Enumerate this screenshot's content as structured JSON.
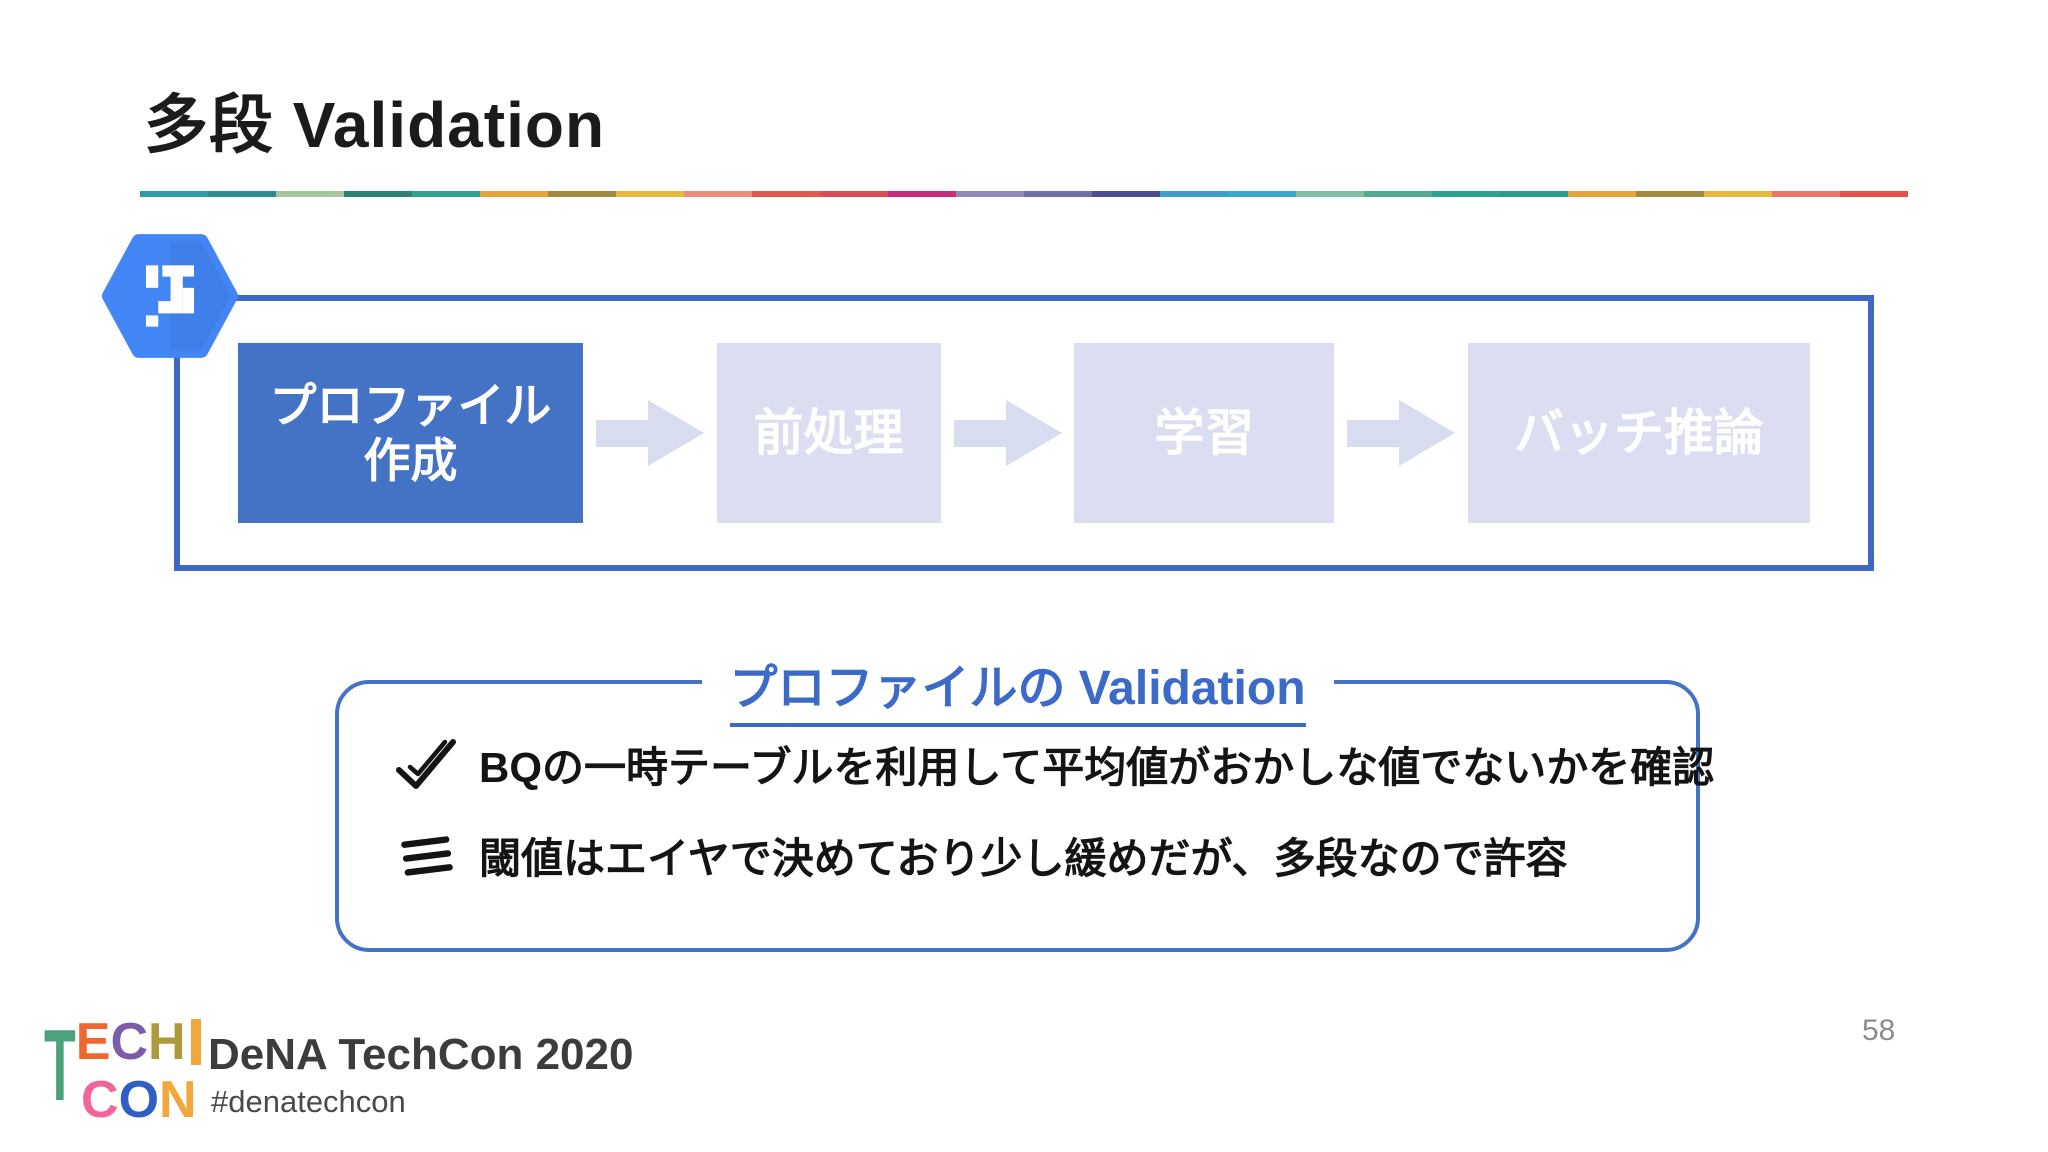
{
  "slide": {
    "title": "多段 Validation",
    "page_number": "58",
    "background": "#ffffff"
  },
  "divider_colors": [
    "#2F9CA3",
    "#2B8B8F",
    "#A6C6A2",
    "#2C8470",
    "#33A28D",
    "#E8A23B",
    "#A28A41",
    "#E6B93C",
    "#EA8E7C",
    "#E15A4E",
    "#DD4D55",
    "#C52E7C",
    "#8F8ABB",
    "#6E6EA6",
    "#4C4E92",
    "#3E9ECC",
    "#3AA7CF",
    "#7FC0A2",
    "#4FAA90",
    "#2FA28C",
    "#2E9C8B",
    "#E8A23B",
    "#A28A41",
    "#E6B93C",
    "#EA7568",
    "#E25249"
  ],
  "pipeline": {
    "tool_icon": "digdag-hexagon-icon",
    "icon_color": "#4285F4",
    "border_color": "#3E68C6",
    "active_fill": "#4472C4",
    "inactive_fill": "#DADEF0",
    "arrow_color": "#D7DCEE",
    "steps": [
      {
        "label": "プロファイル\n作成",
        "state": "active"
      },
      {
        "label": "前処理",
        "state": "inactive"
      },
      {
        "label": "学習",
        "state": "inactive"
      },
      {
        "label": "バッチ推論",
        "state": "inactive"
      }
    ]
  },
  "callout": {
    "title": "プロファイルの Validation",
    "border_color": "#4472C4",
    "title_color": "#3B6AC9",
    "items": [
      {
        "icon": "check-icon",
        "text": "BQの一時テーブルを利用して平均値がおかしな値でないかを確認"
      },
      {
        "icon": "triple-bar-icon",
        "text": "閾値はエイヤで決めており少し緩めだが、多段なので許容"
      }
    ]
  },
  "footer": {
    "event": "DeNA TechCon 2020",
    "hashtag": "#denatechcon",
    "logo": {
      "rows": [
        [
          {
            "ch": "T",
            "color": "#4BA17C",
            "tall": true
          },
          {
            "ch": "E",
            "color": "#F0662F"
          },
          {
            "ch": "C",
            "color": "#7C5CA8"
          },
          {
            "ch": "H",
            "color": "#AE9A3D"
          },
          {
            "ch": "",
            "color": "#F2A73B",
            "bar": true
          }
        ],
        [
          {
            "ch": "C",
            "color": "#F2649B"
          },
          {
            "ch": "O",
            "color": "#2F5FC4"
          },
          {
            "ch": "N",
            "color": "#F2A73B"
          }
        ]
      ]
    }
  }
}
